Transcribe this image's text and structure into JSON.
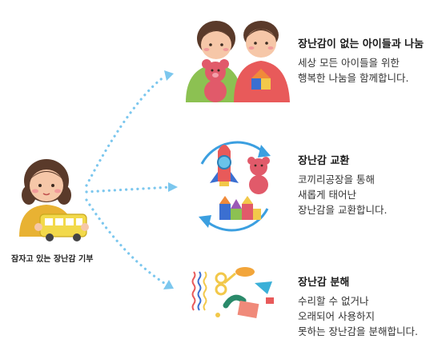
{
  "source": {
    "caption": "잠자고 있는 장난감 기부"
  },
  "items": [
    {
      "title": "장난감이 없는 아이들과 나눔",
      "lines": [
        "세상 모든 아이들을 위한",
        "행복한 나눔을 함께합니다."
      ]
    },
    {
      "title": "장난감 교환",
      "lines": [
        "코끼리공장을 통해",
        "새롭게 태어난",
        "장난감을 교환합니다."
      ]
    },
    {
      "title": "장난감 분해",
      "lines": [
        "수리할 수 없거나",
        "오래되어 사용하지",
        "못하는 장난감을 분해합니다."
      ]
    }
  ],
  "colors": {
    "dots": "#7cc7ee",
    "cycle_arrow": "#3b9fe0",
    "skin": "#f6c7a8",
    "hair": "#5a3a2a",
    "sweater": "#e8b233",
    "shirt_green": "#8cc152",
    "shirt_red": "#e85a5a",
    "bear": "#e15a6a"
  }
}
